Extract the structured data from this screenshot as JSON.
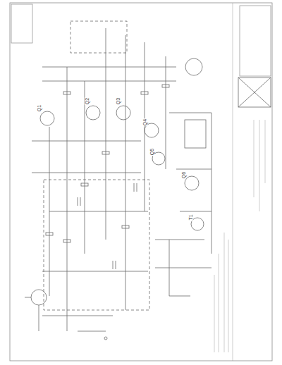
{
  "diagram": {
    "labels": [
      "Q1",
      "Q2",
      "Q3",
      "Q4",
      "Q5",
      "Q6",
      "T1"
    ]
  }
}
